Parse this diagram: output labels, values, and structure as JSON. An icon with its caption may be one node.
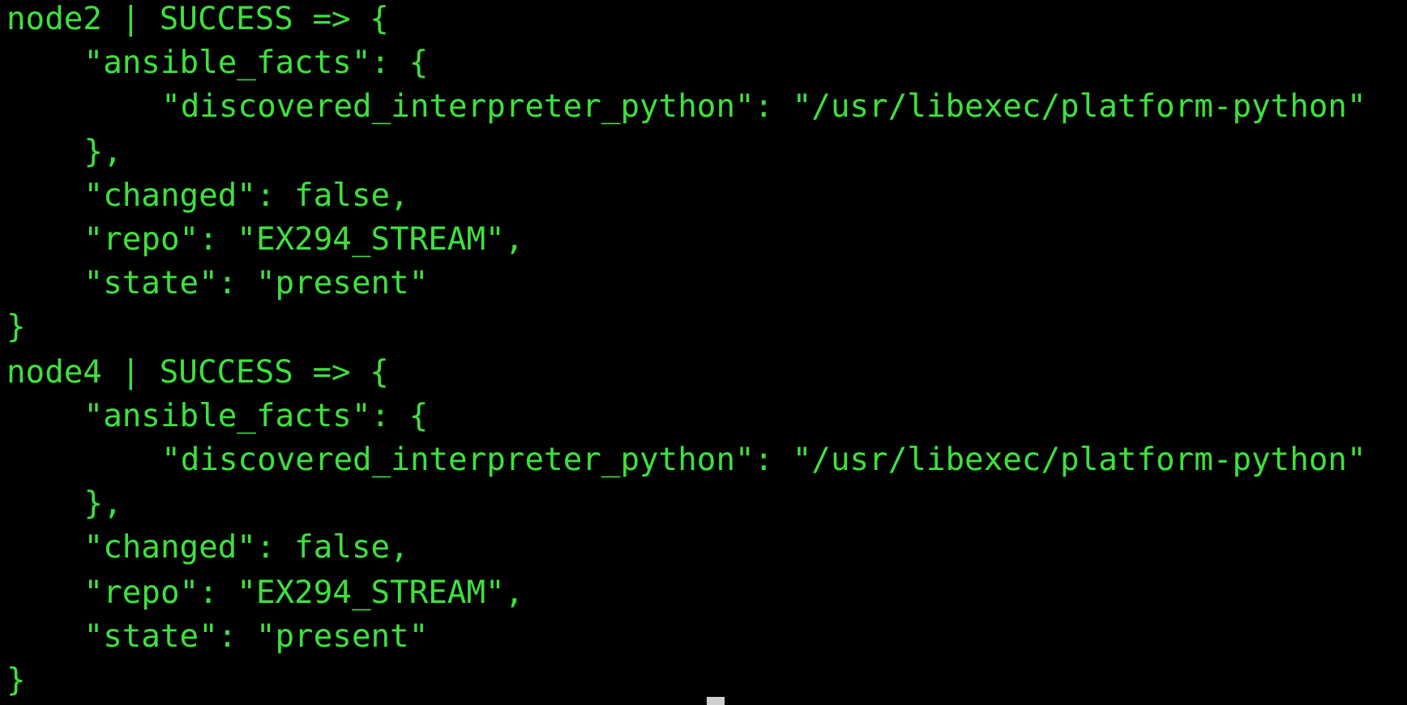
{
  "diagram": {
    "labels": [
      "node2 | SUCCESS => {",
      "\"ansible_facts\": {",
      "\"discovered_interpreter_python\": \"/usr/libexec/platform-python\"",
      "},",
      "\"changed\": false,",
      "\"repo\": \"EX294_STREAM\",",
      "\"state\": \"present\"",
      "}",
      "node4 | SUCCESS => {",
      "\"ansible_facts\": {",
      "\"discovered_interpreter_python\": \"/usr/libexec/platform-python\"",
      "},",
      "\"changed\": false,",
      "\"repo\": \"EX294_STREAM\",",
      "\"state\": \"present\"",
      "}"
    ]
  }
}
